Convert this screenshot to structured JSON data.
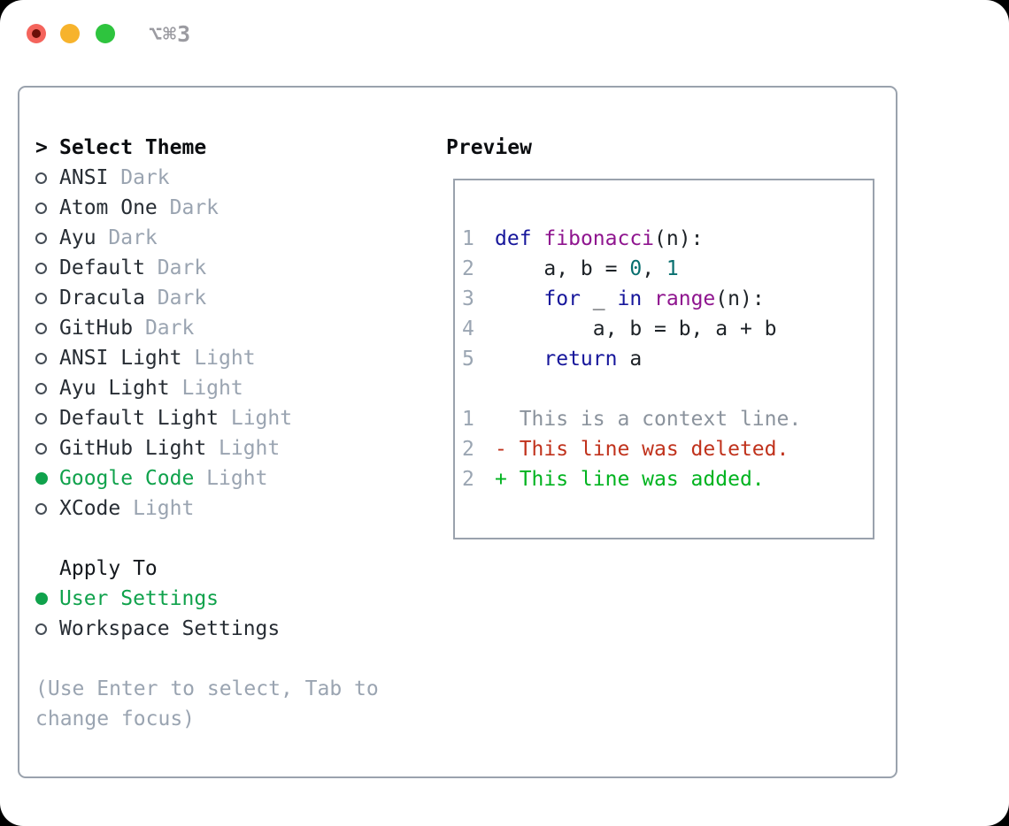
{
  "window": {
    "title": "⌥⌘3"
  },
  "theme_list": {
    "header": "Select Theme",
    "cursor": ">",
    "items": [
      {
        "name": "ANSI",
        "variant": "Dark",
        "selected": false
      },
      {
        "name": "Atom One",
        "variant": "Dark",
        "selected": false
      },
      {
        "name": "Ayu",
        "variant": "Dark",
        "selected": false
      },
      {
        "name": "Default",
        "variant": "Dark",
        "selected": false
      },
      {
        "name": "Dracula",
        "variant": "Dark",
        "selected": false
      },
      {
        "name": "GitHub",
        "variant": "Dark",
        "selected": false
      },
      {
        "name": "ANSI Light",
        "variant": "Light",
        "selected": false
      },
      {
        "name": "Ayu Light",
        "variant": "Light",
        "selected": false
      },
      {
        "name": "Default Light",
        "variant": "Light",
        "selected": false
      },
      {
        "name": "GitHub Light",
        "variant": "Light",
        "selected": false
      },
      {
        "name": "Google Code",
        "variant": "Light",
        "selected": true
      },
      {
        "name": "XCode",
        "variant": "Light",
        "selected": false
      }
    ]
  },
  "apply_to": {
    "header": "Apply To",
    "options": [
      {
        "label": "User Settings",
        "selected": true
      },
      {
        "label": "Workspace Settings",
        "selected": false
      }
    ]
  },
  "help_text": [
    "(Use Enter to select, Tab to",
    "change focus)"
  ],
  "preview": {
    "header": "Preview",
    "code_lines": [
      {
        "num": "1",
        "tokens": [
          {
            "t": "kw",
            "s": "def"
          },
          {
            "t": "pl",
            "s": " "
          },
          {
            "t": "fn",
            "s": "fibonacci"
          },
          {
            "t": "pl",
            "s": "(n):"
          }
        ]
      },
      {
        "num": "2",
        "tokens": [
          {
            "t": "pl",
            "s": "    a, b = "
          },
          {
            "t": "num",
            "s": "0"
          },
          {
            "t": "pl",
            "s": ", "
          },
          {
            "t": "num",
            "s": "1"
          }
        ]
      },
      {
        "num": "3",
        "tokens": [
          {
            "t": "pl",
            "s": "    "
          },
          {
            "t": "kw",
            "s": "for"
          },
          {
            "t": "pl",
            "s": " _ "
          },
          {
            "t": "kw",
            "s": "in"
          },
          {
            "t": "pl",
            "s": " "
          },
          {
            "t": "fn",
            "s": "range"
          },
          {
            "t": "pl",
            "s": "(n):"
          }
        ]
      },
      {
        "num": "4",
        "tokens": [
          {
            "t": "pl",
            "s": "        a, b = b, a + b"
          }
        ]
      },
      {
        "num": "5",
        "tokens": [
          {
            "t": "pl",
            "s": "    "
          },
          {
            "t": "kw",
            "s": "return"
          },
          {
            "t": "pl",
            "s": " a"
          }
        ]
      }
    ],
    "diff_lines": [
      {
        "num": "1",
        "type": "context",
        "text": "  This is a context line."
      },
      {
        "num": "2",
        "type": "deleted",
        "text": "- This line was deleted."
      },
      {
        "num": "2",
        "type": "added",
        "text": "+ This line was added."
      }
    ]
  },
  "colors": {
    "accent_green": "#10a24c",
    "muted": "#9aa4b1",
    "border": "#9aa2ad",
    "kw": "#16169b",
    "fn": "#8f158f",
    "lit": "#086f6f",
    "plain": "#1d2227",
    "line_num": "#9aa5b2",
    "ctx": "#8b939d",
    "del": "#c0321c",
    "add": "#00b31f",
    "tl_red": "#f4645c",
    "tl_red_dot": "#6b0f08",
    "tl_yellow": "#f7b32c",
    "tl_green": "#2ec43e",
    "title_gray": "#9b9ba1"
  }
}
